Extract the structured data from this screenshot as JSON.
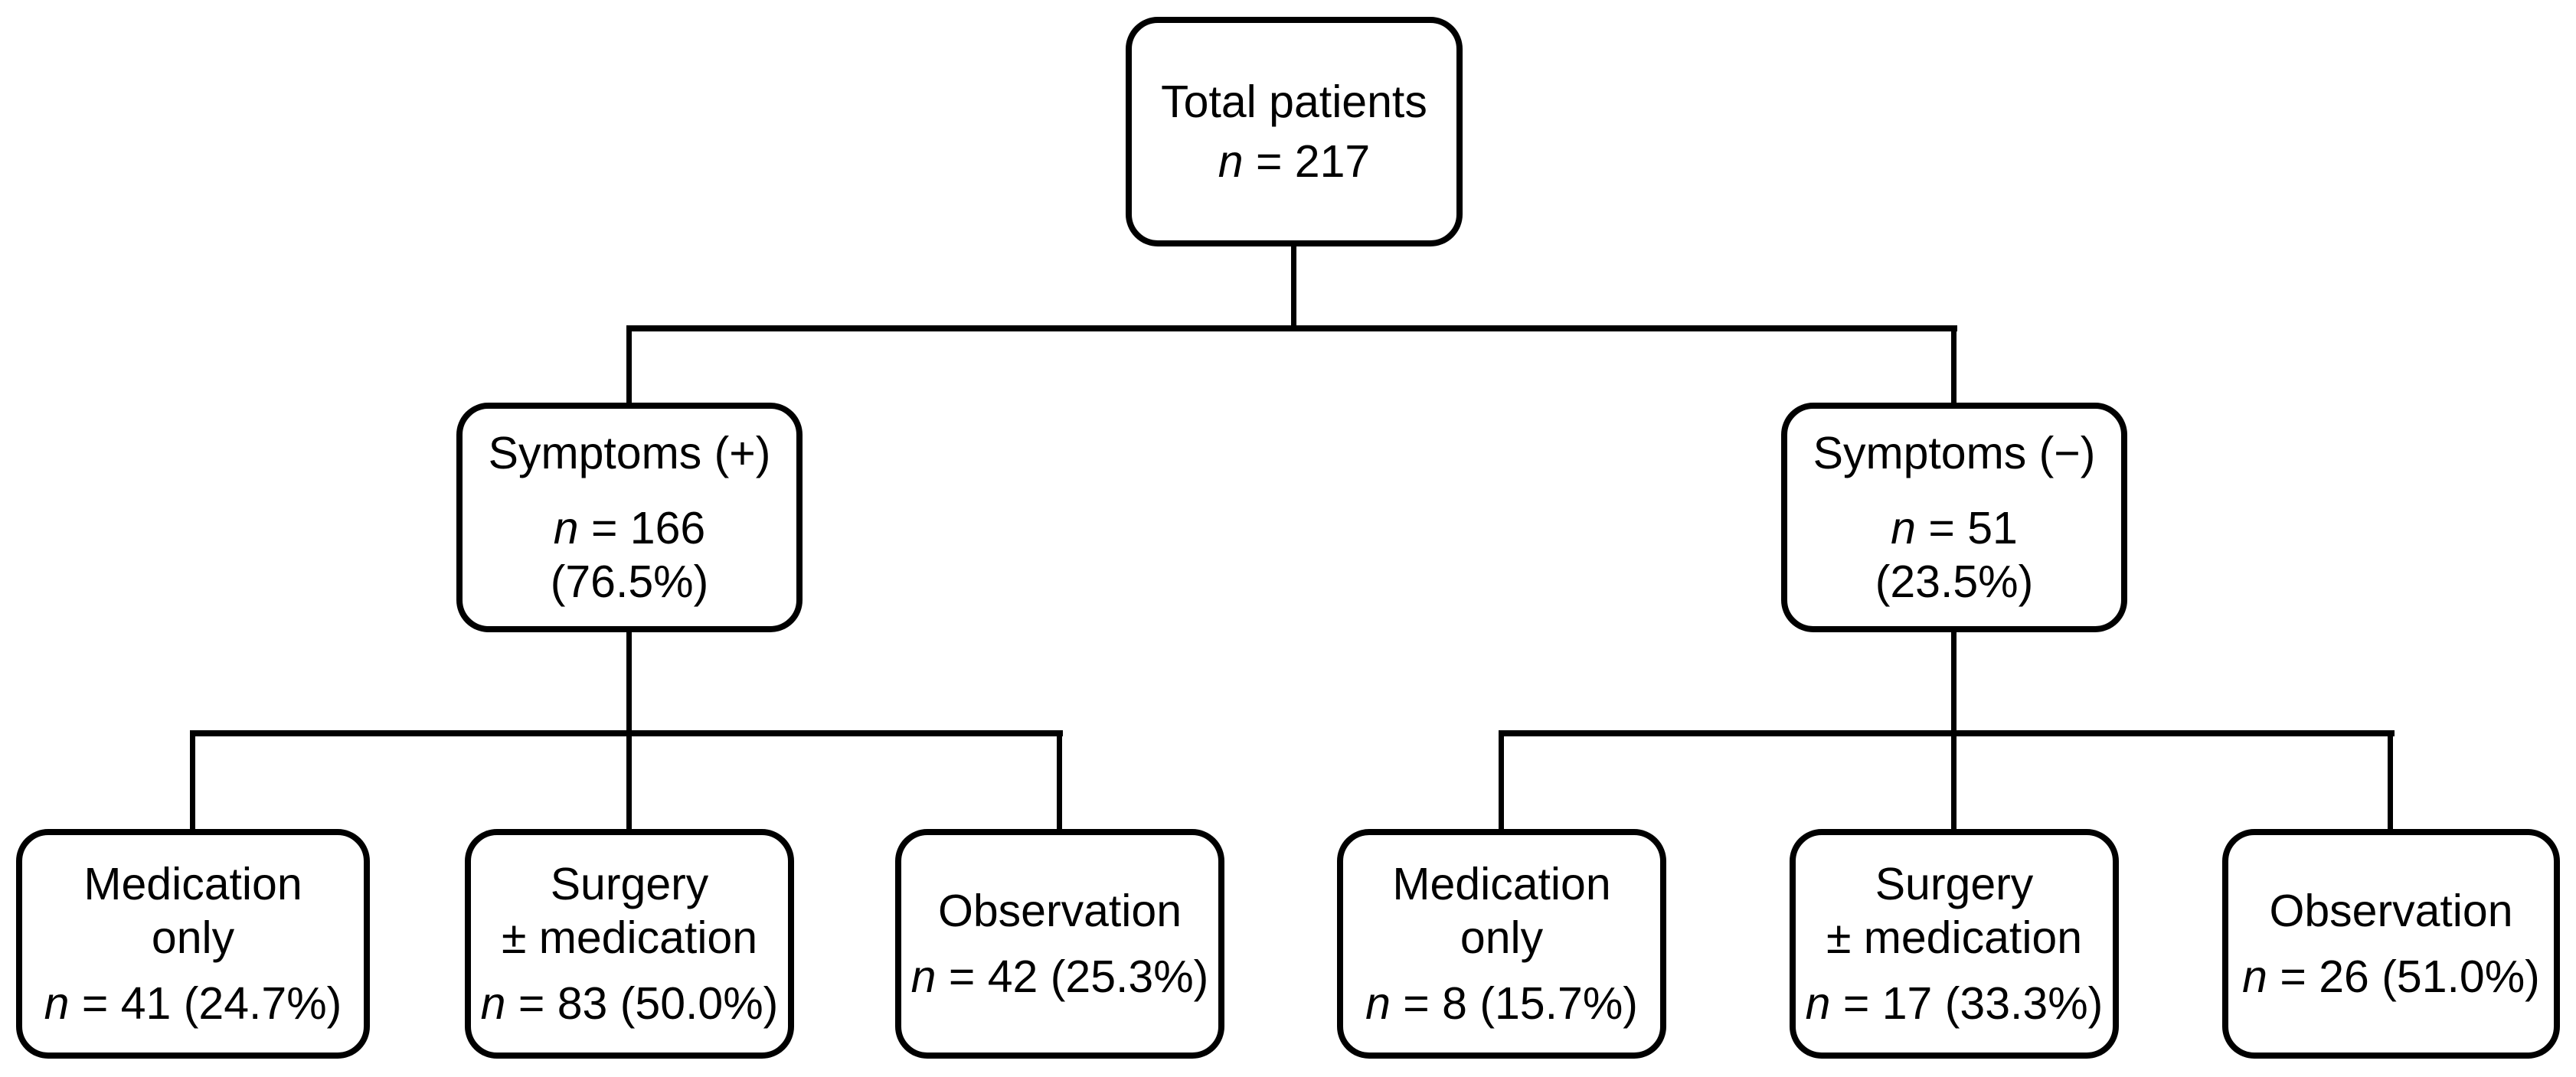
{
  "colors": {
    "background": "#ffffff",
    "line": "#000000",
    "text": "#000000"
  },
  "nodes": {
    "total": {
      "title_lines": [
        "Total patients"
      ],
      "n_symbol": "n",
      "n_rest": " = 217"
    },
    "symptoms_positive": {
      "title_lines": [
        "Symptoms (+)"
      ],
      "n_symbol": "n",
      "n_rest": " = 166",
      "pct": "(76.5%)"
    },
    "symptoms_negative": {
      "title_lines": [
        "Symptoms (−)"
      ],
      "n_symbol": "n",
      "n_rest": " = 51",
      "pct": "(23.5%)"
    },
    "pos_medication_only": {
      "title_lines": [
        "Medication",
        "only"
      ],
      "n_symbol": "n",
      "n_rest": " = 41 (24.7%)"
    },
    "pos_surgery_medication": {
      "title_lines": [
        "Surgery",
        "± medication"
      ],
      "n_symbol": "n",
      "n_rest": " = 83 (50.0%)"
    },
    "pos_observation": {
      "title_lines": [
        "Observation"
      ],
      "n_symbol": "n",
      "n_rest": " = 42 (25.3%)"
    },
    "neg_medication_only": {
      "title_lines": [
        "Medication",
        "only"
      ],
      "n_symbol": "n",
      "n_rest": " = 8 (15.7%)"
    },
    "neg_surgery_medication": {
      "title_lines": [
        "Surgery",
        "± medication"
      ],
      "n_symbol": "n",
      "n_rest": " = 17 (33.3%)"
    },
    "neg_observation": {
      "title_lines": [
        "Observation"
      ],
      "n_symbol": "n",
      "n_rest": " = 26 (51.0%)"
    }
  },
  "hierarchy": {
    "root": "total",
    "children_of_total": [
      "symptoms_positive",
      "symptoms_negative"
    ],
    "children_of_symptoms_positive": [
      "pos_medication_only",
      "pos_surgery_medication",
      "pos_observation"
    ],
    "children_of_symptoms_negative": [
      "neg_medication_only",
      "neg_surgery_medication",
      "neg_observation"
    ]
  }
}
